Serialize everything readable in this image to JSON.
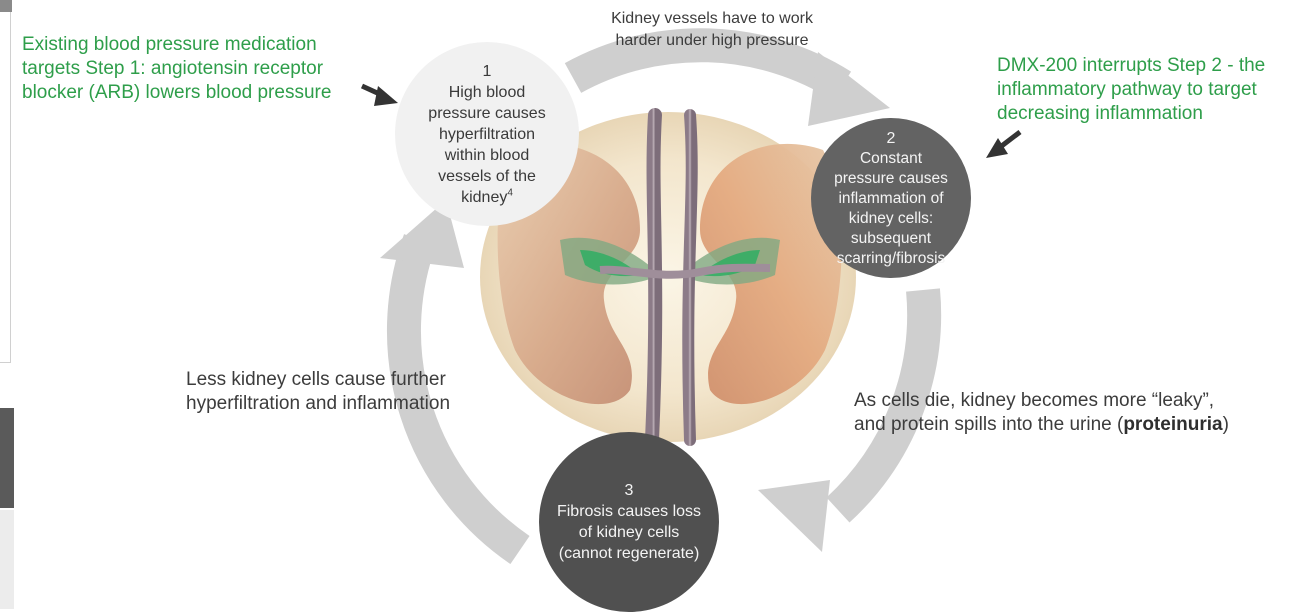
{
  "notes": {
    "existing_medication": [
      "Existing blood pressure medication",
      "targets Step 1: angiotensin receptor",
      "blocker (ARB) lowers blood pressure"
    ],
    "dmx200": [
      "DMX-200 interrupts Step 2 - the",
      "inflammatory pathway to target",
      "decreasing inflammation"
    ],
    "vessels_work": [
      "Kidney vessels have to work",
      "harder under high pressure"
    ],
    "less_cells": [
      "Less kidney cells cause further",
      "hyperfiltration and inflammation"
    ],
    "leaky": {
      "line1": "As cells die, kidney becomes more “leaky”,",
      "line2_prefix": "and protein spills into the urine (",
      "line2_bold": "proteinuria",
      "line2_suffix": ")"
    }
  },
  "steps": [
    {
      "number": "1",
      "lines": [
        "High blood",
        "pressure causes",
        "hyperfiltration",
        "within blood",
        "vessels of the"
      ],
      "last_line": "kidney",
      "superscript": "4"
    },
    {
      "number": "2",
      "lines": [
        "Constant",
        "pressure causes",
        "inflammation of",
        "kidney cells:",
        "subsequent",
        "scarring/fibrosis"
      ]
    },
    {
      "number": "3",
      "lines": [
        "Fibrosis causes loss",
        "of kidney cells",
        "(cannot regenerate)"
      ]
    }
  ],
  "colors": {
    "green_text": "#2e9e4a",
    "cycle_arrow": "#cfcfcf",
    "step1_fill": "#f1f1f1",
    "step2_fill": "#636363",
    "step3_fill": "#505050",
    "pointer_arrow": "#333333"
  },
  "icons": {
    "pointer_step1": "arrow-pointing-to-step-1",
    "pointer_step2": "arrow-pointing-to-step-2",
    "kidney_image": "kidney-illustration"
  }
}
